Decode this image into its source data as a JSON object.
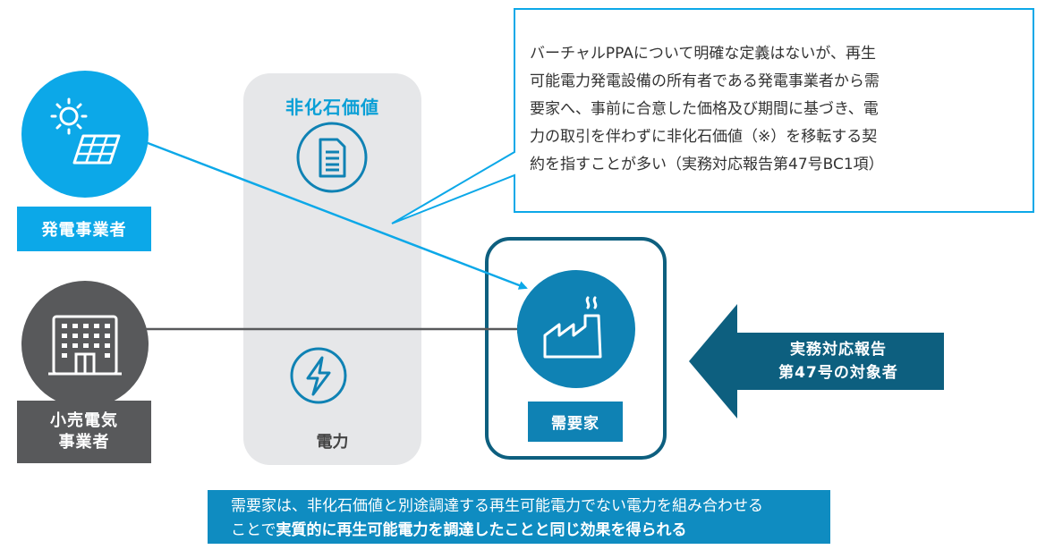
{
  "panel": {
    "title": "非化石価値",
    "bottom_label": "電力"
  },
  "entities": {
    "generator": "発電事業者",
    "retailer_line1": "小売電気",
    "retailer_line2": "事業者",
    "consumer": "需要家"
  },
  "callout": {
    "lines": [
      "バーチャルPPAについて明確な定義はないが、再生",
      "可能電力発電設備の所有者である発電事業者から需",
      "要家へ、事前に合意した価格及び期間に基づき、電",
      "力の取引を伴わずに非化石価値（※）を移転する契",
      "約を指すことが多い（実務対応報告第47号BC1項）"
    ]
  },
  "target_arrow": {
    "line1": "実務対応報告",
    "line2": "第47号の対象者"
  },
  "banner": {
    "line1": "需要家は、非化石価値と別途調達する再生可能電力でない電力を組み合わせる",
    "line2_prefix": "ことで",
    "line2_bold": "実質的に再生可能電力を調達したことと同じ効果を得られる"
  },
  "icons": {
    "generator": "solar-panel-icon",
    "retailer": "building-icon",
    "consumer": "factory-icon",
    "certificate": "document-icon",
    "power": "lightning-icon"
  },
  "colors": {
    "accent_blue": "#0ca8e8",
    "dark_blue": "#0f82b4",
    "navy_arrow": "#0d5f7f",
    "gray": "#58595b",
    "panel_gray": "#e6e7e9"
  }
}
